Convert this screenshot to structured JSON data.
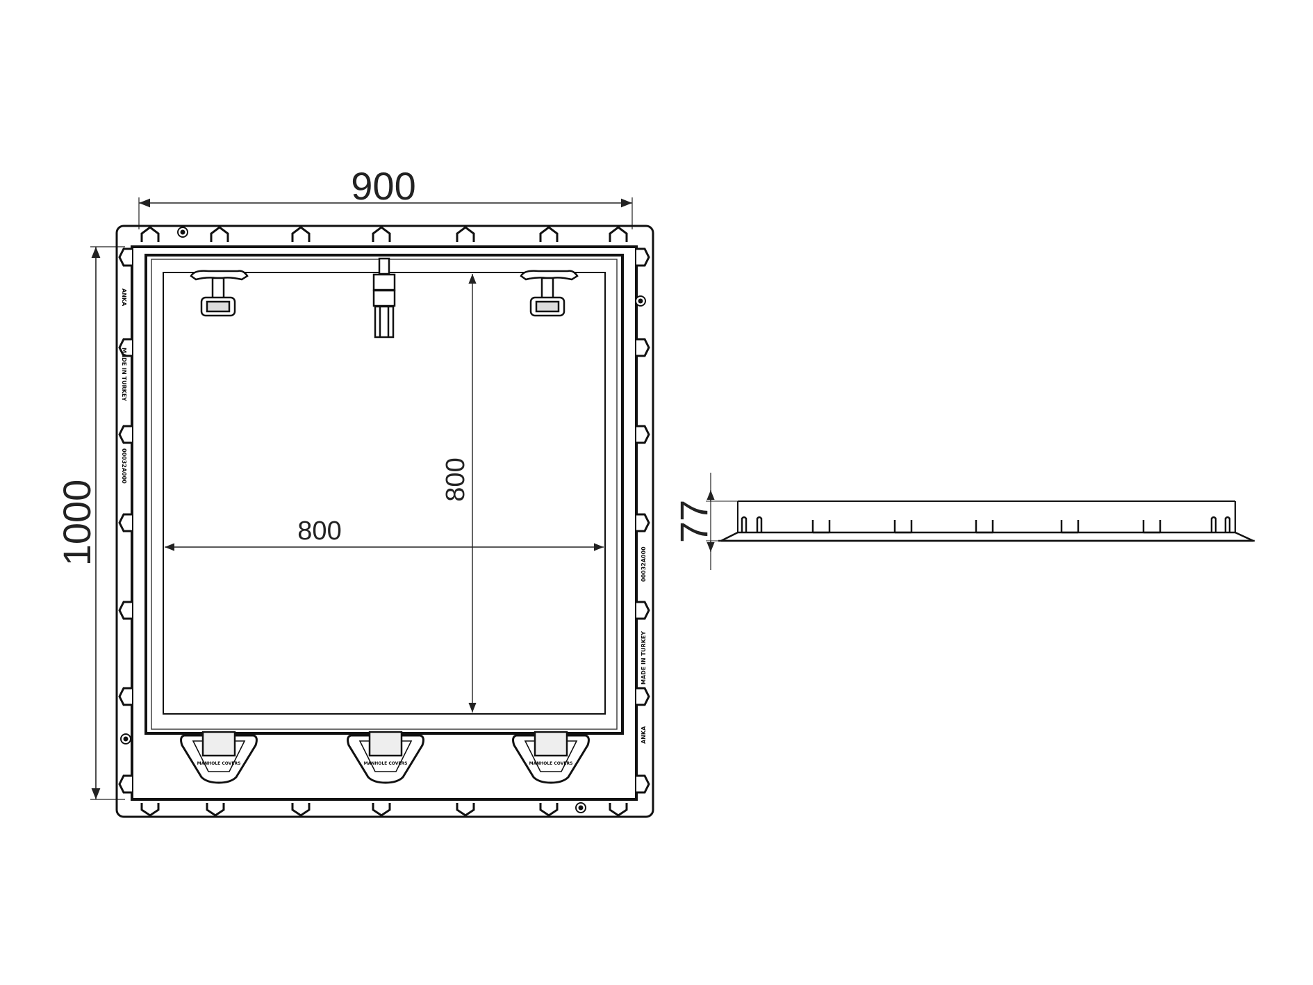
{
  "dimensions": {
    "overall_width": "900",
    "overall_length": "1000",
    "opening_width": "800",
    "opening_length": "800",
    "height": "77"
  },
  "markings": {
    "origin": "MADE IN TURKEY",
    "code_left": "00032A000",
    "code_right": "00032A000",
    "handle_text": "MANHOLE COVERS",
    "logo_text": "ANKA"
  }
}
